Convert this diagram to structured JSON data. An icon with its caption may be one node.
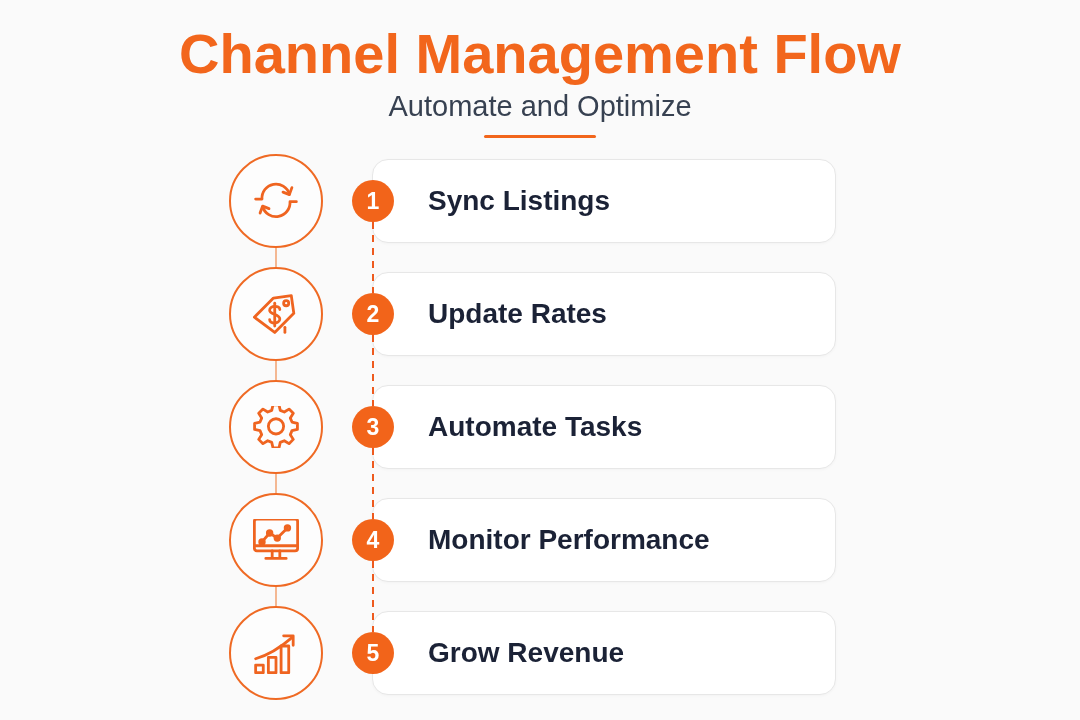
{
  "diagram": {
    "title": "Channel Management Flow",
    "nodes": [
      {
        "text": [],
        "shape": "circle"
      },
      {
        "text": [
          "1"
        ]
      },
      {
        "text": [
          "Sync Listings"
        ]
      },
      {
        "text": [],
        "shape": "circle"
      },
      {
        "text": [
          "2"
        ]
      },
      {
        "text": [
          "Update Rates"
        ]
      },
      {
        "text": [],
        "shape": "circle"
      },
      {
        "text": [
          "3"
        ]
      },
      {
        "text": [
          "Automate Tasks"
        ]
      },
      {
        "text": [],
        "shape": "circle"
      },
      {
        "text": [
          "4"
        ]
      },
      {
        "text": [
          "Monitor Performance"
        ]
      },
      {
        "text": [],
        "shape": "circle"
      },
      {
        "text": [
          "5"
        ]
      },
      {
        "text": [
          "Grow Revenue"
        ]
      }
    ],
    "edges": [
      {
        "from": 0,
        "to": 3,
        "arrow": "none",
        "color": "#f3a778"
      },
      {
        "from": 3,
        "to": 6,
        "arrow": "none",
        "color": "#f3a778"
      },
      {
        "from": 6,
        "to": 9,
        "arrow": "none",
        "color": "#f3a778"
      },
      {
        "from": 9,
        "to": 12,
        "arrow": "none",
        "color": "#f3a778"
      },
      {
        "from": 1,
        "to": 4,
        "arrow": "none",
        "style": "dashed",
        "color": "#ee5a1e"
      },
      {
        "from": 4,
        "to": 7,
        "arrow": "none",
        "style": "dashed",
        "color": "#ee5a1e"
      },
      {
        "from": 7,
        "to": 10,
        "arrow": "none",
        "style": "dashed",
        "color": "#ee5a1e"
      },
      {
        "from": 10,
        "to": 13,
        "arrow": "none",
        "style": "dashed",
        "color": "#ee5a1e"
      }
    ],
    "labels": [
      "Automate and Optimize"
    ]
  }
}
